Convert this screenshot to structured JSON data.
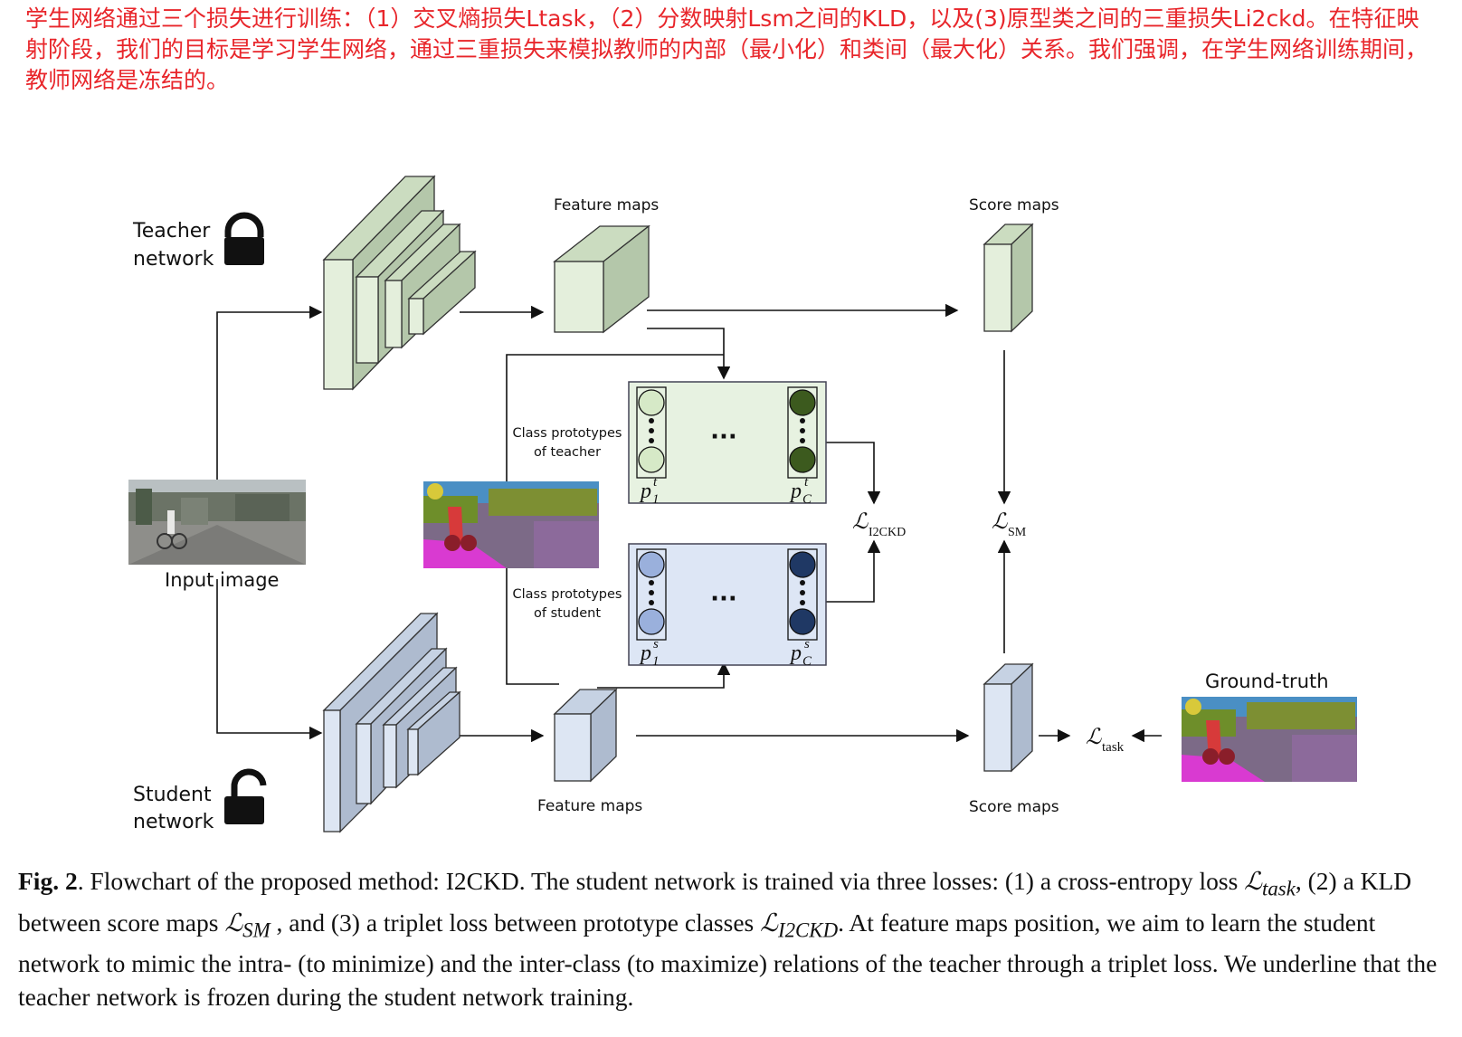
{
  "note": {
    "text": "学生网络通过三个损失进行训练：（1）交叉熵损失Ltask，（2）分数映射Lsm之间的KLD，以及(3)原型类之间的三重损失Li2ckd。在特征映射阶段，我们的目标是学习学生网络，通过三重损失来模拟教师的内部（最小化）和类间（最大化）关系。我们强调，在学生网络训练期间，教师网络是冻结的。"
  },
  "diagram": {
    "teacher": {
      "line1": "Teacher",
      "line2": "network"
    },
    "student": {
      "line1": "Student",
      "line2": "network"
    },
    "input_image_label": "Input image",
    "ground_truth_label": "Ground-truth",
    "feature_maps_top": "Feature maps",
    "feature_maps_bottom": "Feature maps",
    "score_maps_top": "Score maps",
    "score_maps_bottom": "Score maps",
    "proto_teacher": {
      "line1": "Class prototypes",
      "line2": "of teacher"
    },
    "proto_student": {
      "line1": "Class prototypes",
      "line2": "of student"
    },
    "ellipsis": "···",
    "p1_teacher": {
      "base": "p",
      "sup": "t",
      "sub": "1"
    },
    "pc_teacher": {
      "base": "p",
      "sup": "t",
      "sub": "C"
    },
    "p1_student": {
      "base": "p",
      "sup": "s",
      "sub": "1"
    },
    "pc_student": {
      "base": "p",
      "sup": "s",
      "sub": "C"
    },
    "loss_i2ckd": {
      "symbol": "ℒ",
      "sub": "I2CKD"
    },
    "loss_sm": {
      "symbol": "ℒ",
      "sub": "SM"
    },
    "loss_task": {
      "symbol": "ℒ",
      "sub": "task"
    }
  },
  "caption": {
    "fig_label": "Fig. 2",
    "text1": ". Flowchart of the proposed method: I2CKD. The student network is trained via three losses: (1) a cross-entropy loss ",
    "l_task_sym": "ℒ",
    "l_task_sub": "task",
    "text2": ", (2) a KLD between score maps ",
    "l_sm_sym": "ℒ",
    "l_sm_sub": "SM",
    "text3": " , and (3) a triplet loss between prototype classes ",
    "l_i2ckd_sym": "ℒ",
    "l_i2ckd_sub": "I2CKD",
    "text4": ". At feature maps position, we aim to learn the student network to mimic the intra- (to minimize) and the inter-class (to maximize) relations of the teacher through a triplet loss. We underline that the teacher network is frozen during the student network training."
  },
  "colors": {
    "note_red": "#e8262b",
    "teacher_face": "#e4efdc",
    "teacher_top": "#cbdcc0",
    "teacher_side": "#b4c7aa",
    "student_face": "#dde6f3",
    "student_top": "#c6d2e3",
    "student_side": "#aebbcf",
    "proto_teacher_bg": "#e7f2e1",
    "proto_student_bg": "#dde6f5",
    "teacher_dark_proto": "#3c5a1e",
    "student_dark_proto": "#1f3864"
  }
}
